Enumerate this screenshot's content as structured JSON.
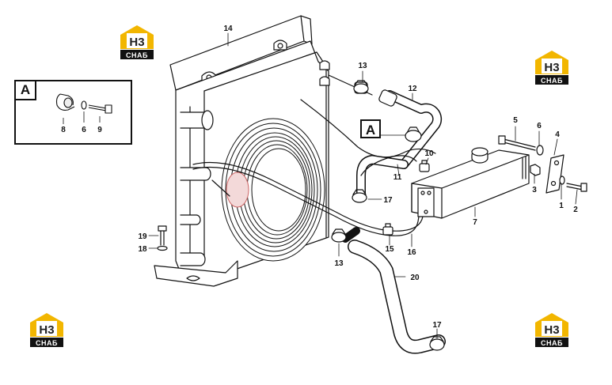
{
  "logo": {
    "mark": "H3",
    "word": "CHAБ",
    "brand_color": "#f2b600"
  },
  "inset": {
    "letter": "A",
    "labels": [
      "8",
      "6",
      "9"
    ]
  },
  "callout": {
    "letter": "A"
  },
  "parts": {
    "p1": "1",
    "p2": "2",
    "p3": "3",
    "p4": "4",
    "p5": "5",
    "p6": "6",
    "p7": "7",
    "p10": "10",
    "p11": "11",
    "p12": "12",
    "p13a": "13",
    "p13b": "13",
    "p14": "14",
    "p15": "15",
    "p16": "16",
    "p17a": "17",
    "p17b": "17",
    "p18": "18",
    "p19": "19",
    "p20": "20"
  }
}
